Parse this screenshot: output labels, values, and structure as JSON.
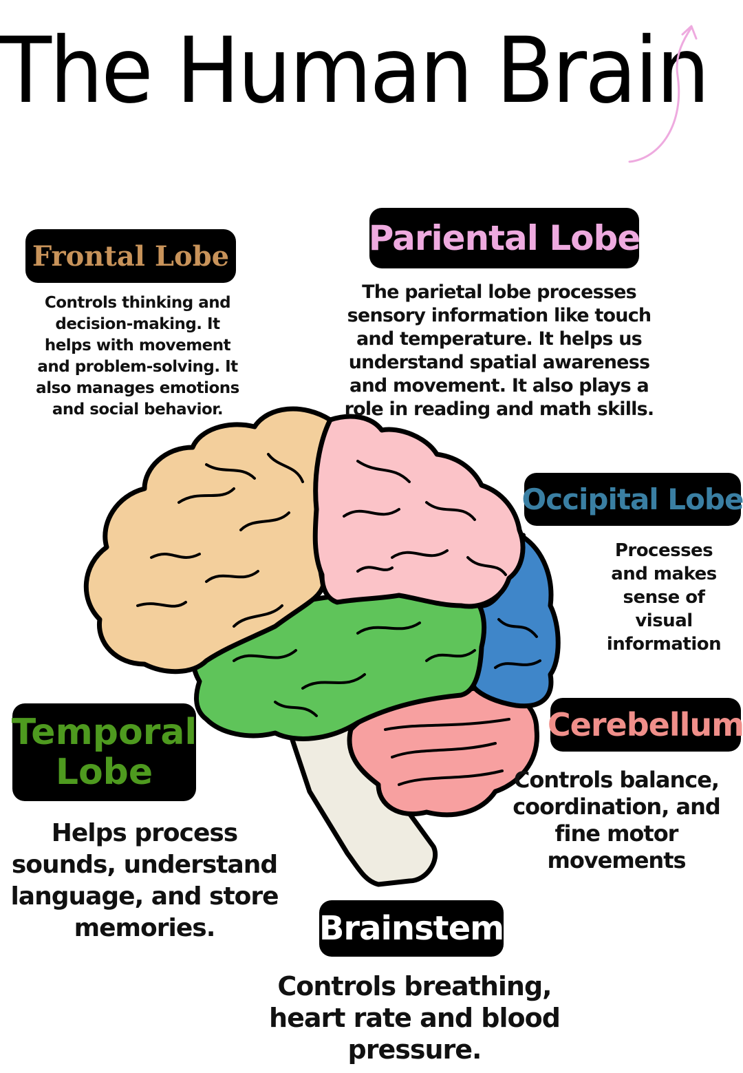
{
  "title": "The Human Brain",
  "colors": {
    "frontal": "#f3cf9c",
    "parietal": "#fbc3c8",
    "occipital": "#3f86c9",
    "temporal": "#5fc45a",
    "cerebellum": "#f7a0a0",
    "brainstem": "#efece1",
    "frontal_label": "#c8935a",
    "parietal_label": "#eeaadf",
    "occipital_label": "#3a7fa3",
    "temporal_label": "#4e9a1f",
    "cerebellum_label": "#f08f8a",
    "brainstem_label": "#ffffff",
    "decor_arrow": "#eeaadf"
  },
  "lobes": {
    "frontal": {
      "label": "Frontal Lobe",
      "description": "Controls thinking and decision-making. It helps with movement and problem-solving. It also manages emotions and social behavior."
    },
    "parietal": {
      "label": "Pariental Lobe",
      "description": "The parietal lobe processes sensory information like touch and temperature. It helps us understand spatial awareness and movement. It also plays a role in reading and math skills."
    },
    "occipital": {
      "label": "Occipital Lobe",
      "description": "Processes and makes sense of visual information"
    },
    "temporal": {
      "label": "Temporal Lobe",
      "description": "Helps process sounds, understand language, and store memories."
    },
    "cerebellum": {
      "label": "Cerebellum",
      "description": "Controls balance, coordination, and fine motor movements"
    },
    "brainstem": {
      "label": "Brainstem",
      "description": "Controls breathing, heart rate and blood pressure."
    }
  }
}
